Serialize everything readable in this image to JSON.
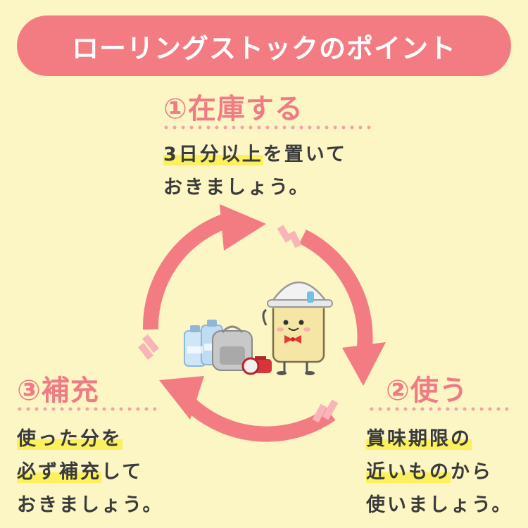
{
  "title": "ローリングストックのポイント",
  "steps": [
    {
      "heading": "①在庫する",
      "lines": [
        {
          "highlight": "3日分以上",
          "rest": "を置いて"
        },
        {
          "highlight": "",
          "rest": "おきましょう。"
        }
      ]
    },
    {
      "heading": "②使う",
      "lines": [
        {
          "highlight": "賞味期限の",
          "rest": ""
        },
        {
          "highlight": "近いもの",
          "rest": "から"
        },
        {
          "highlight": "",
          "rest": "使いましょう。"
        }
      ]
    },
    {
      "heading": "③補充",
      "lines": [
        {
          "highlight": "使った分を",
          "rest": ""
        },
        {
          "highlight": "必ず補充",
          "rest": "して"
        },
        {
          "highlight": "",
          "rest": "おきましょう。"
        }
      ]
    }
  ],
  "colors": {
    "background": "#fcf5c4",
    "accent": "#f37c82",
    "highlight": "#fbf05d",
    "text": "#3a3a3a"
  },
  "illustration": {
    "items": [
      "water-bottles",
      "backpack",
      "flashlight",
      "canned-food-mascot-with-helmet"
    ]
  }
}
